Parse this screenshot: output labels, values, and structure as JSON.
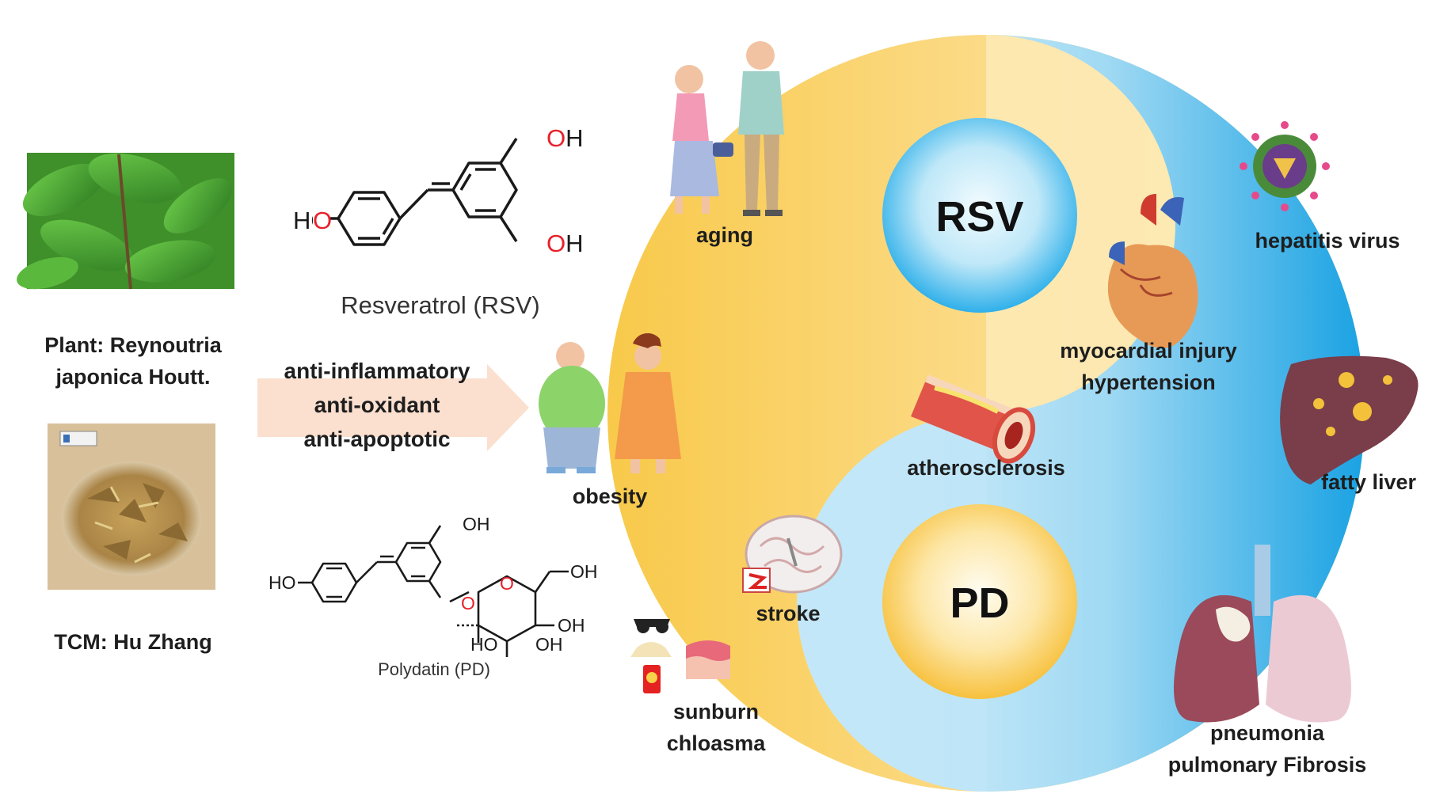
{
  "plant": {
    "line1": "Plant: Reynoutria",
    "line2": "japonica Houtt."
  },
  "tcm": {
    "label": "TCM: Hu Zhang"
  },
  "compounds": {
    "rsv": {
      "name": "Resveratrol (RSV)",
      "groups": [
        "OH",
        "HO",
        "OH"
      ]
    },
    "pd": {
      "name": "Polydatin (PD)",
      "groups": [
        "OH",
        "HO",
        "OH",
        "O",
        "O",
        "OH",
        "HO",
        "OH"
      ]
    }
  },
  "effects": [
    "anti-inflammatory",
    "anti-oxidant",
    "anti-apoptotic"
  ],
  "center": {
    "top": "RSV",
    "bottom": "PD"
  },
  "conditions": {
    "aging": "aging",
    "obesity": "obesity",
    "stroke": "stroke",
    "sunburn": "sunburn",
    "chloasma": "chloasma",
    "atherosclerosis": "atherosclerosis",
    "myocardial_injury": "myocardial injury",
    "hypertension": "hypertension",
    "hepatitis_virus": "hepatitis virus",
    "fatty_liver": "fatty liver",
    "pneumonia": "pneumonia",
    "pulmonary_fibrosis": "pulmonary Fibrosis"
  },
  "colors": {
    "yellow": "#f9c94a",
    "blue": "#1aa2e3",
    "arrow": "#fbe0cf",
    "oxygen_red": "#e8202a"
  }
}
